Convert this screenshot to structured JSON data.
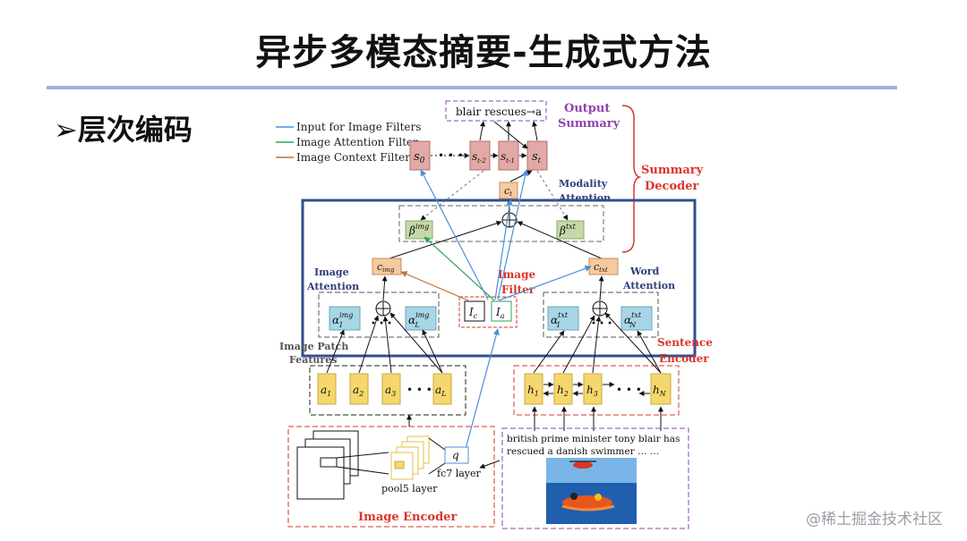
{
  "slide": {
    "title": "异步多模态摘要-生成式方法",
    "bullet": "➢层次编码",
    "watermark": "@稀土掘金技术社区"
  },
  "legend": {
    "input": "Input for Image Filters",
    "attention": "Image Attention Filter",
    "context": "Image Context Filter"
  },
  "diagram": {
    "output_seq": "blair  rescues→a",
    "output_summary": [
      "Output",
      "Summary"
    ],
    "summary_decoder": [
      "Summary",
      "Decoder"
    ],
    "modality_attention": [
      "Modality",
      "Attention"
    ],
    "image_attention": [
      "Image",
      "Attention"
    ],
    "word_attention": [
      "Word",
      "Attention"
    ],
    "image_filter": [
      "Image",
      "Filter"
    ],
    "image_patch_features": [
      "Image Patch",
      "Features"
    ],
    "sentence_encoder": [
      "Sentence",
      "Encoder"
    ],
    "image_encoder": "Image Encoder",
    "pool5": "pool5 layer",
    "fc7": "fc7 layer",
    "q": "q",
    "text_line1": "british   prime   minister  tony  blair  has",
    "text_line2": "rescued a danish swimmer … …",
    "dots": "• • •"
  },
  "colors": {
    "input_line": "#4a90d9",
    "attention_line": "#2ea55a",
    "context_line": "#c0703a",
    "decoder_red": "#d9352b",
    "output_purple": "#8e44ad",
    "nav_blue": "#2c3e7a",
    "frame_blue": "#2f4f8f",
    "state_fill": "#e2a9a6",
    "context_fill": "#f6caa0",
    "beta_fill": "#c5d9a8",
    "alpha_fill": "#a7d6e6",
    "feature_fill": "#f5d76e"
  },
  "icons": [
    "circle-plus-icon"
  ]
}
